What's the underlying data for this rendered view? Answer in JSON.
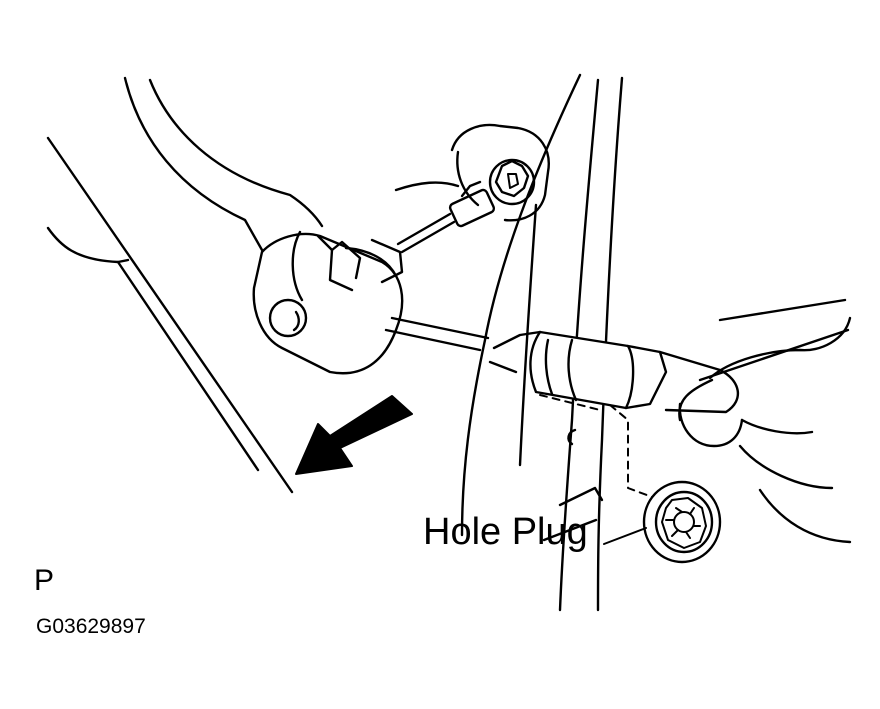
{
  "labels": {
    "callout": "Hole Plug",
    "view_letter": "P",
    "figure_code": "G03629897"
  },
  "colors": {
    "ink": "#000000",
    "paper": "#ffffff"
  }
}
